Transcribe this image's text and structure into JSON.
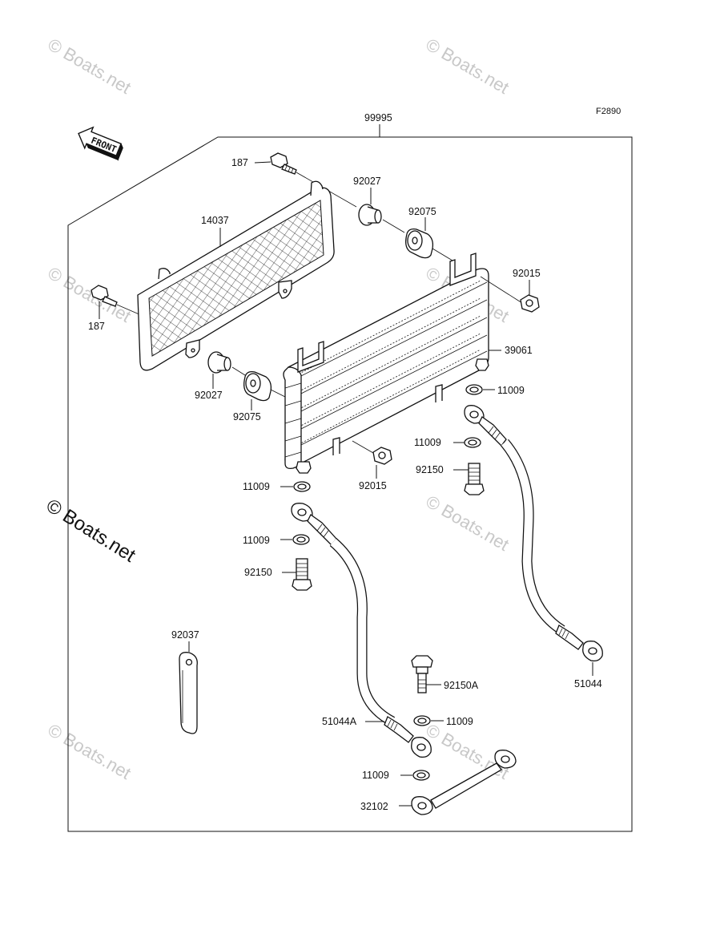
{
  "figure_code": "F2890",
  "front_label": "FRONT",
  "watermark": "© Boats.net",
  "labels": {
    "assembly": "99995",
    "bolt_top": "187",
    "bolt_left": "187",
    "screen": "14037",
    "collar_top": "92027",
    "collar_bottom": "92027",
    "grommet_top": "92075",
    "grommet_bottom": "92075",
    "nut_right": "92015",
    "nut_bottom": "92015",
    "cooler": "39061",
    "washer_1": "11009",
    "washer_2": "11009",
    "washer_3": "11009",
    "washer_4": "11009",
    "washer_5": "11009",
    "washer_6": "11009",
    "bolt_banjo_right": "92150",
    "bolt_banjo_left": "92150",
    "bolt_banjo_a": "92150A",
    "clamp": "92037",
    "hose_right": "51044",
    "hose_left": "51044A",
    "pipe": "32102"
  }
}
